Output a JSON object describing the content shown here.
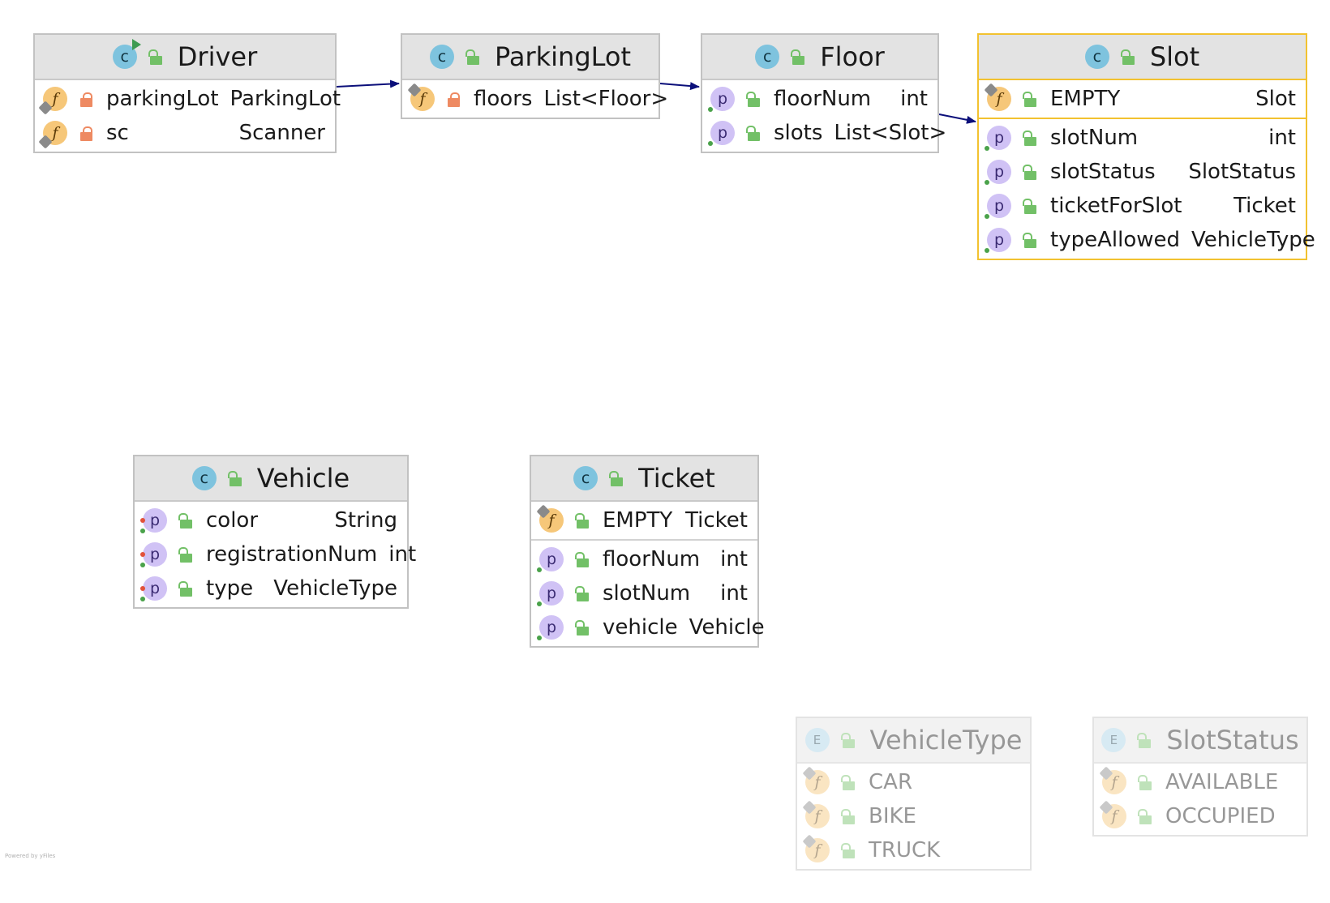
{
  "diagram": {
    "classes": [
      {
        "id": "driver",
        "name": "Driver",
        "kind": "class-main",
        "sections": [
          [
            {
              "icon": "field",
              "vis": "private",
              "name": "parkingLot",
              "type": "ParkingLot"
            },
            {
              "icon": "field",
              "vis": "private",
              "name": "sc",
              "type": "Scanner"
            }
          ]
        ]
      },
      {
        "id": "parkinglot",
        "name": "ParkingLot",
        "kind": "class",
        "sections": [
          [
            {
              "icon": "field-final",
              "vis": "private",
              "name": "floors",
              "type": "List<Floor>"
            }
          ]
        ]
      },
      {
        "id": "floor",
        "name": "Floor",
        "kind": "class",
        "sections": [
          [
            {
              "icon": "property",
              "vis": "public",
              "name": "floorNum",
              "type": "int"
            },
            {
              "icon": "property",
              "vis": "public",
              "name": "slots",
              "type": "List<Slot>"
            }
          ]
        ]
      },
      {
        "id": "slot",
        "name": "Slot",
        "kind": "class",
        "selected": true,
        "sections": [
          [
            {
              "icon": "field-final",
              "vis": "public",
              "name": "EMPTY",
              "type": "Slot"
            }
          ],
          [
            {
              "icon": "property",
              "vis": "public",
              "name": "slotNum",
              "type": "int"
            },
            {
              "icon": "property",
              "vis": "public",
              "name": "slotStatus",
              "type": "SlotStatus"
            },
            {
              "icon": "property",
              "vis": "public",
              "name": "ticketForSlot",
              "type": "Ticket"
            },
            {
              "icon": "property",
              "vis": "public",
              "name": "typeAllowed",
              "type": "VehicleType"
            }
          ]
        ]
      },
      {
        "id": "vehicle",
        "name": "Vehicle",
        "kind": "class",
        "sections": [
          [
            {
              "icon": "property-red",
              "vis": "public",
              "name": "color",
              "type": "String"
            },
            {
              "icon": "property-red",
              "vis": "public",
              "name": "registrationNum",
              "type": "int"
            },
            {
              "icon": "property-red",
              "vis": "public",
              "name": "type",
              "type": "VehicleType"
            }
          ]
        ]
      },
      {
        "id": "ticket",
        "name": "Ticket",
        "kind": "class",
        "sections": [
          [
            {
              "icon": "field-final",
              "vis": "public",
              "name": "EMPTY",
              "type": "Ticket"
            }
          ],
          [
            {
              "icon": "property",
              "vis": "public",
              "name": "floorNum",
              "type": "int"
            },
            {
              "icon": "property",
              "vis": "public",
              "name": "slotNum",
              "type": "int"
            },
            {
              "icon": "property",
              "vis": "public",
              "name": "vehicle",
              "type": "Vehicle"
            }
          ]
        ]
      },
      {
        "id": "vehicletype",
        "name": "VehicleType",
        "kind": "enum",
        "dimmed": true,
        "sections": [
          [
            {
              "icon": "field-final",
              "vis": "public",
              "name": "CAR",
              "type": ""
            },
            {
              "icon": "field-final",
              "vis": "public",
              "name": "BIKE",
              "type": ""
            },
            {
              "icon": "field-final",
              "vis": "public",
              "name": "TRUCK",
              "type": ""
            }
          ]
        ]
      },
      {
        "id": "slotstatus",
        "name": "SlotStatus",
        "kind": "enum",
        "dimmed": true,
        "sections": [
          [
            {
              "icon": "field-final",
              "vis": "public",
              "name": "AVAILABLE",
              "type": ""
            },
            {
              "icon": "field-final",
              "vis": "public",
              "name": "OCCUPIED",
              "type": ""
            }
          ]
        ]
      }
    ],
    "edges": [
      {
        "from": "driver",
        "to": "parkinglot"
      },
      {
        "from": "parkinglot",
        "to": "floor"
      },
      {
        "from": "floor",
        "to": "slot"
      }
    ],
    "edge_color": "#0b0f7a",
    "footer": "Powered by yFiles"
  }
}
